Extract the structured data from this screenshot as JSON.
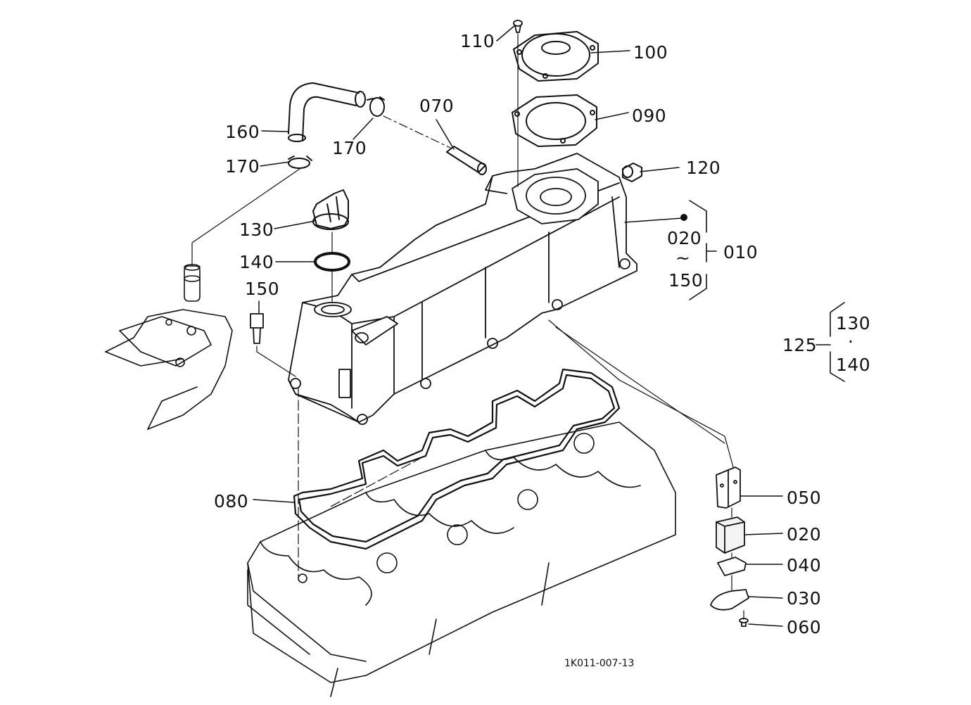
{
  "labels": {
    "p110": "110",
    "p100": "100",
    "p090": "090",
    "p070": "070",
    "p160": "160",
    "p170a": "170",
    "p170b": "170",
    "p120": "120",
    "p130": "130",
    "p140": "140",
    "p150": "150",
    "p010": "010",
    "range_from": "020",
    "range_tilde": "~",
    "range_to": "150",
    "p125": "125",
    "kit_130": "130",
    "kit_dot": "·",
    "kit_140": "140",
    "p080": "080",
    "p050": "050",
    "p020": "020",
    "p040": "040",
    "p030": "030",
    "p060": "060"
  },
  "figure_ref": "1K011-007-13"
}
